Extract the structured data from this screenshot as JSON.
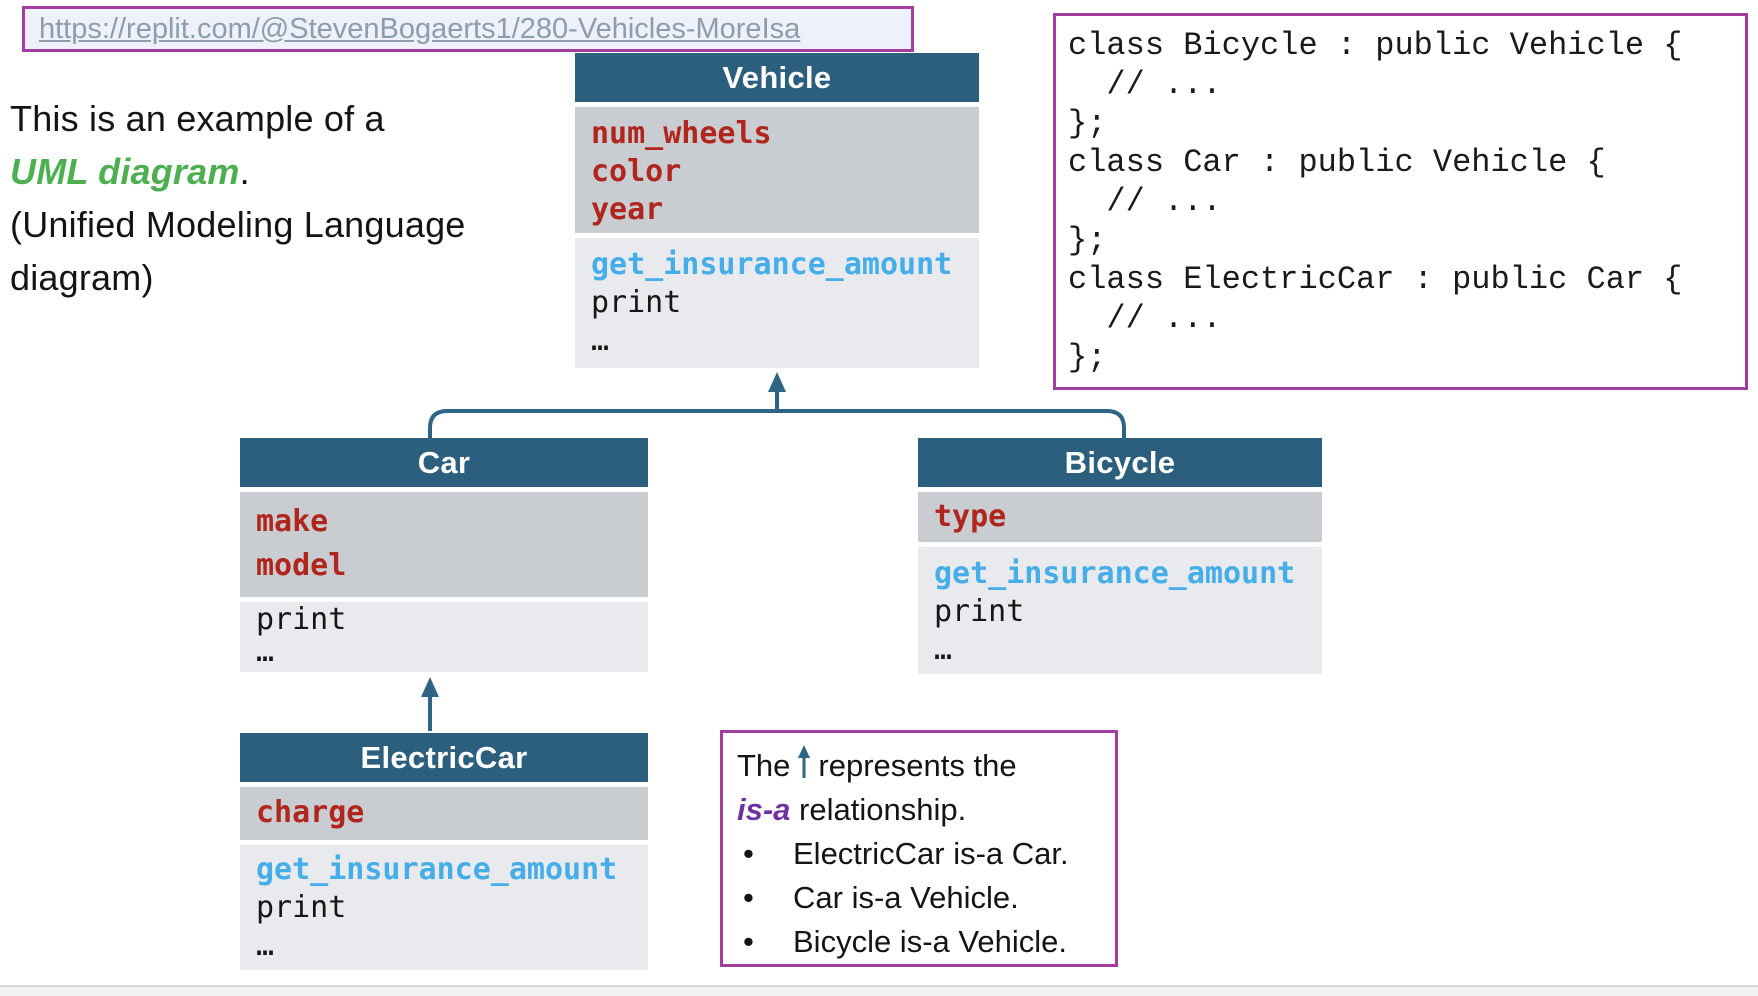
{
  "url_box": {
    "url": "https://replit.com/@StevenBogaerts1/280-Vehicles-MoreIsa"
  },
  "intro": {
    "line1": "This is an example of a",
    "highlight": "UML diagram",
    "period": ".",
    "line3": "(Unified Modeling Language",
    "line4": "diagram)"
  },
  "code_box": {
    "lines": [
      "class Bicycle : public Vehicle {",
      "  // ...",
      "};",
      "class Car : public Vehicle {",
      "  // ...",
      "};",
      "class ElectricCar : public Car {",
      "  // ...",
      "};"
    ]
  },
  "classes": {
    "vehicle": {
      "title": "Vehicle",
      "attributes": [
        "num_wheels",
        "color",
        "year"
      ],
      "methods": [
        "get_insurance_amount",
        "print",
        "…"
      ]
    },
    "car": {
      "title": "Car",
      "attributes": [
        "make",
        "model"
      ],
      "methods": [
        "print",
        "…"
      ]
    },
    "bicycle": {
      "title": "Bicycle",
      "attributes": [
        "type"
      ],
      "methods": [
        "get_insurance_amount",
        "print",
        "…"
      ]
    },
    "electriccar": {
      "title": "ElectricCar",
      "attributes": [
        "charge"
      ],
      "methods": [
        "get_insurance_amount",
        "print",
        "…"
      ]
    }
  },
  "isa_box": {
    "line1_pre": "The",
    "line1_post": "represents the",
    "keyword": "is-a",
    "line2_post": " relationship.",
    "bullet_char": "•",
    "bullets": [
      "ElectricCar is-a Car.",
      "Car is-a Vehicle.",
      "Bicycle is-a Vehicle."
    ]
  },
  "colors": {
    "header_teal": "#2C5F7E",
    "connector_blue": "#2E6486",
    "attribute_red": "#B0261C",
    "method_blue": "#45AEE8",
    "border_purple": "#A23C9E",
    "isa_purple": "#7030A0",
    "highlight_green": "#4CAF50",
    "url_text": "#8C9DAD",
    "attr_section_gray": "#C9CDD2",
    "method_section_gray": "#E9EAEE"
  }
}
